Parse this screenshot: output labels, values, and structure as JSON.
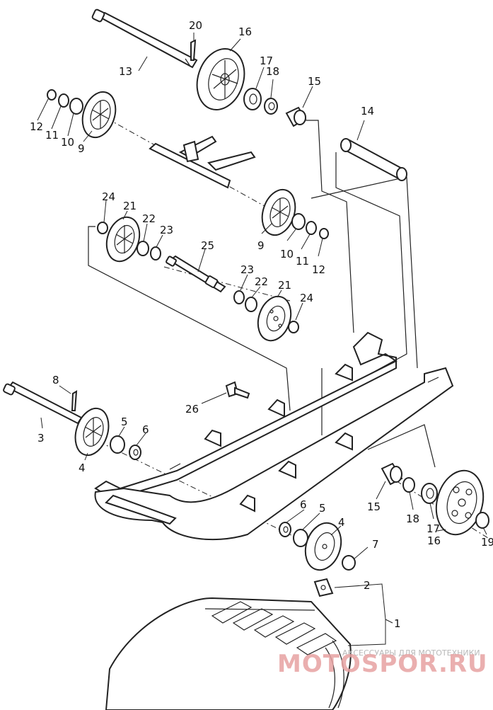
{
  "callouts": [
    {
      "id": "c1",
      "text": "1"
    },
    {
      "id": "c2",
      "text": "2"
    },
    {
      "id": "c3",
      "text": "3"
    },
    {
      "id": "c4a",
      "text": "4"
    },
    {
      "id": "c4b",
      "text": "4"
    },
    {
      "id": "c5a",
      "text": "5"
    },
    {
      "id": "c5b",
      "text": "5"
    },
    {
      "id": "c6a",
      "text": "6"
    },
    {
      "id": "c6b",
      "text": "6"
    },
    {
      "id": "c7",
      "text": "7"
    },
    {
      "id": "c8",
      "text": "8"
    },
    {
      "id": "c9a",
      "text": "9"
    },
    {
      "id": "c9b",
      "text": "9"
    },
    {
      "id": "c10a",
      "text": "10"
    },
    {
      "id": "c10b",
      "text": "10"
    },
    {
      "id": "c11a",
      "text": "11"
    },
    {
      "id": "c11b",
      "text": "11"
    },
    {
      "id": "c12a",
      "text": "12"
    },
    {
      "id": "c12b",
      "text": "12"
    },
    {
      "id": "c13",
      "text": "13"
    },
    {
      "id": "c14",
      "text": "14"
    },
    {
      "id": "c15a",
      "text": "15"
    },
    {
      "id": "c15b",
      "text": "15"
    },
    {
      "id": "c16a",
      "text": "16"
    },
    {
      "id": "c16b",
      "text": "16"
    },
    {
      "id": "c17a",
      "text": "17"
    },
    {
      "id": "c17b",
      "text": "17"
    },
    {
      "id": "c18a",
      "text": "18"
    },
    {
      "id": "c18b",
      "text": "18"
    },
    {
      "id": "c19",
      "text": "19"
    },
    {
      "id": "c20",
      "text": "20"
    },
    {
      "id": "c21a",
      "text": "21"
    },
    {
      "id": "c21b",
      "text": "21"
    },
    {
      "id": "c22a",
      "text": "22"
    },
    {
      "id": "c22b",
      "text": "22"
    },
    {
      "id": "c23a",
      "text": "23"
    },
    {
      "id": "c23b",
      "text": "23"
    },
    {
      "id": "c24a",
      "text": "24"
    },
    {
      "id": "c24b",
      "text": "24"
    },
    {
      "id": "c25",
      "text": "25"
    },
    {
      "id": "c26",
      "text": "26"
    }
  ],
  "watermark": {
    "tagline": "АКСЕССУАРЫ ДЛЯ МОТОТЕХНИКИ",
    "brand": "MOTOSPOR.RU"
  },
  "colors": {
    "line": "#222222",
    "background": "#ffffff",
    "watermark_brand": "#e7a2a2",
    "watermark_tagline": "#b8b8b8"
  }
}
